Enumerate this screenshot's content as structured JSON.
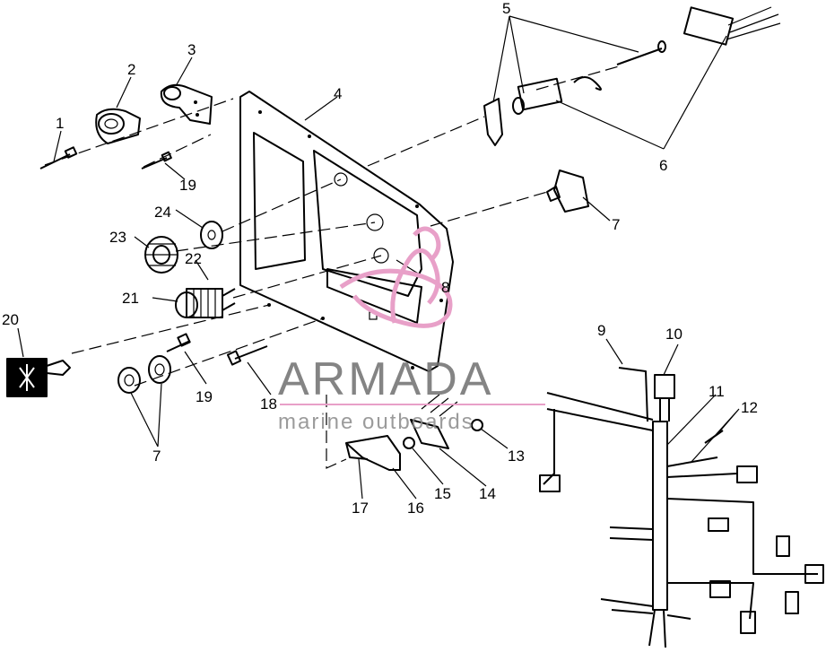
{
  "callouts": [
    {
      "id": "1",
      "text": "1"
    },
    {
      "id": "2",
      "text": "2"
    },
    {
      "id": "3",
      "text": "3"
    },
    {
      "id": "4",
      "text": "4"
    },
    {
      "id": "5",
      "text": "5"
    },
    {
      "id": "6",
      "text": "6"
    },
    {
      "id": "7a",
      "text": "7"
    },
    {
      "id": "7b",
      "text": "7"
    },
    {
      "id": "8",
      "text": "8"
    },
    {
      "id": "9",
      "text": "9"
    },
    {
      "id": "10",
      "text": "10"
    },
    {
      "id": "11",
      "text": "11"
    },
    {
      "id": "12",
      "text": "12"
    },
    {
      "id": "13",
      "text": "13"
    },
    {
      "id": "14",
      "text": "14"
    },
    {
      "id": "15",
      "text": "15"
    },
    {
      "id": "16",
      "text": "16"
    },
    {
      "id": "17",
      "text": "17"
    },
    {
      "id": "18",
      "text": "18"
    },
    {
      "id": "19a",
      "text": "19"
    },
    {
      "id": "19b",
      "text": "19"
    },
    {
      "id": "20",
      "text": "20"
    },
    {
      "id": "21",
      "text": "21"
    },
    {
      "id": "22",
      "text": "22"
    },
    {
      "id": "23",
      "text": "23"
    },
    {
      "id": "24",
      "text": "24"
    }
  ],
  "watermark": {
    "brand": "ARMADA",
    "tagline": "marine outboards",
    "color": "#e8a0c8"
  }
}
